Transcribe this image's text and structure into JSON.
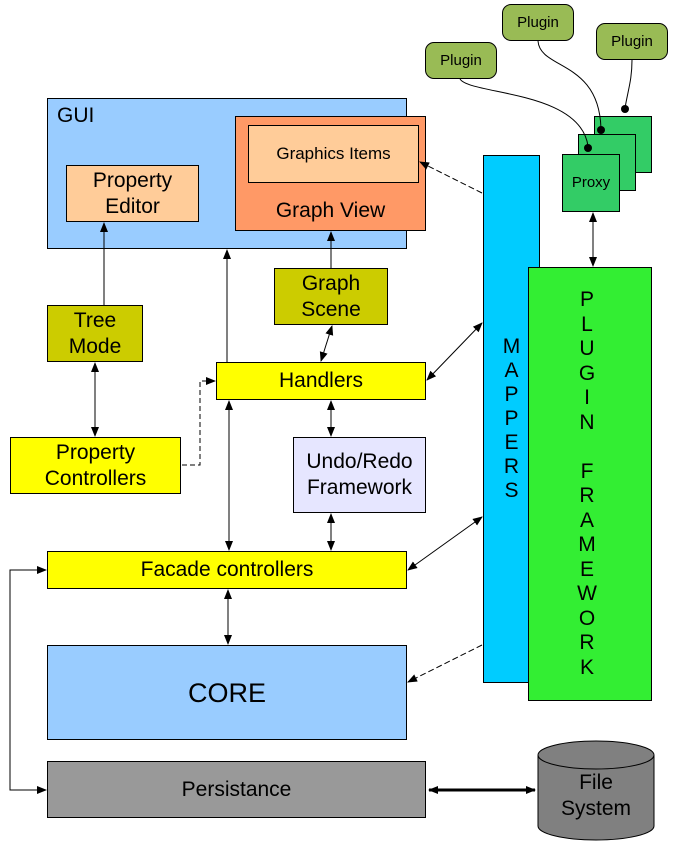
{
  "colors": {
    "gui": "#99ccff",
    "graph_view": "#ff9966",
    "peach": "#ffcc99",
    "olive": "#cccc00",
    "yellow": "#ffff00",
    "lavender": "#e6e6ff",
    "core": "#99ccff",
    "persistance": "#999999",
    "file_system": "#808080",
    "mappers": "#00ccff",
    "plugin_framework": "#33ee33",
    "proxy": "#33cc66",
    "plugin": "#99bb55"
  },
  "labels": {
    "gui": "GUI",
    "graphics_items": "Graphics Items",
    "graph_view": "Graph View",
    "property_editor": [
      "Property",
      "Editor"
    ],
    "graph_scene": [
      "Graph",
      "Scene"
    ],
    "tree_mode": [
      "Tree",
      "Mode"
    ],
    "handlers": "Handlers",
    "property_controllers": [
      "Property",
      "Controllers"
    ],
    "undo_redo": [
      "Undo/Redo",
      "Framework"
    ],
    "facade_controllers": "Facade controllers",
    "core": "CORE",
    "persistance": "Persistance",
    "file_system": [
      "File",
      "System"
    ],
    "mappers_letters": [
      "M",
      "A",
      "P",
      "P",
      "E",
      "R",
      "S"
    ],
    "plugin_framework_letters": [
      "P",
      "L",
      "U",
      "G",
      "I",
      "N",
      "",
      "F",
      "R",
      "A",
      "M",
      "E",
      "W",
      "O",
      "R",
      "K"
    ],
    "proxy": "Proxy",
    "plugins": [
      "Plugin",
      "Plugin",
      "Plugin"
    ]
  }
}
